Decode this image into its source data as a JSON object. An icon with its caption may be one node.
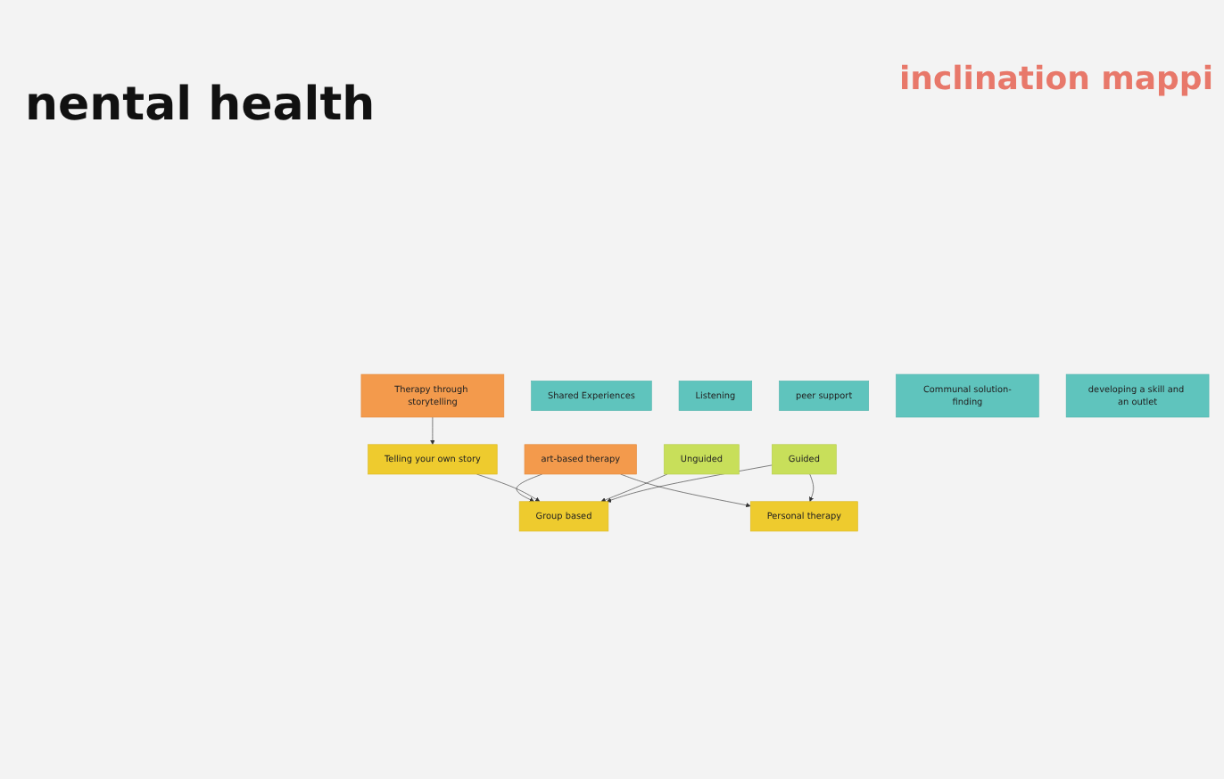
{
  "diagram": {
    "title": "nental health",
    "nodes": [
      {
        "text": [
          "Therapy through storytelling"
        ]
      },
      {
        "text": [
          "art-based therapy"
        ]
      },
      {
        "text": [
          "Telling your own story"
        ]
      },
      {
        "text": [
          "Group based"
        ]
      },
      {
        "text": [
          "Personal therapy"
        ]
      },
      {
        "text": [
          "Shared Experiences"
        ]
      },
      {
        "text": [
          "Listening"
        ]
      },
      {
        "text": [
          "peer support"
        ]
      },
      {
        "text": [
          "Communal solution-finding"
        ]
      },
      {
        "text": [
          "developing a skill and an outlet"
        ]
      },
      {
        "text": [
          "Unguided"
        ]
      },
      {
        "text": [
          "Guided"
        ]
      }
    ],
    "edges": [
      {
        "from": 0,
        "to": 2,
        "arrow": "to"
      },
      {
        "from": 1,
        "to": 3,
        "arrow": "to"
      },
      {
        "from": 1,
        "to": 4,
        "arrow": "to"
      },
      {
        "from": 2,
        "to": 3,
        "arrow": "to"
      },
      {
        "from": 10,
        "to": 3,
        "arrow": "to"
      },
      {
        "from": 11,
        "to": 3,
        "arrow": "to"
      },
      {
        "from": 11,
        "to": 4,
        "arrow": "to"
      }
    ],
    "labels": [
      "inclination mappi"
    ]
  }
}
